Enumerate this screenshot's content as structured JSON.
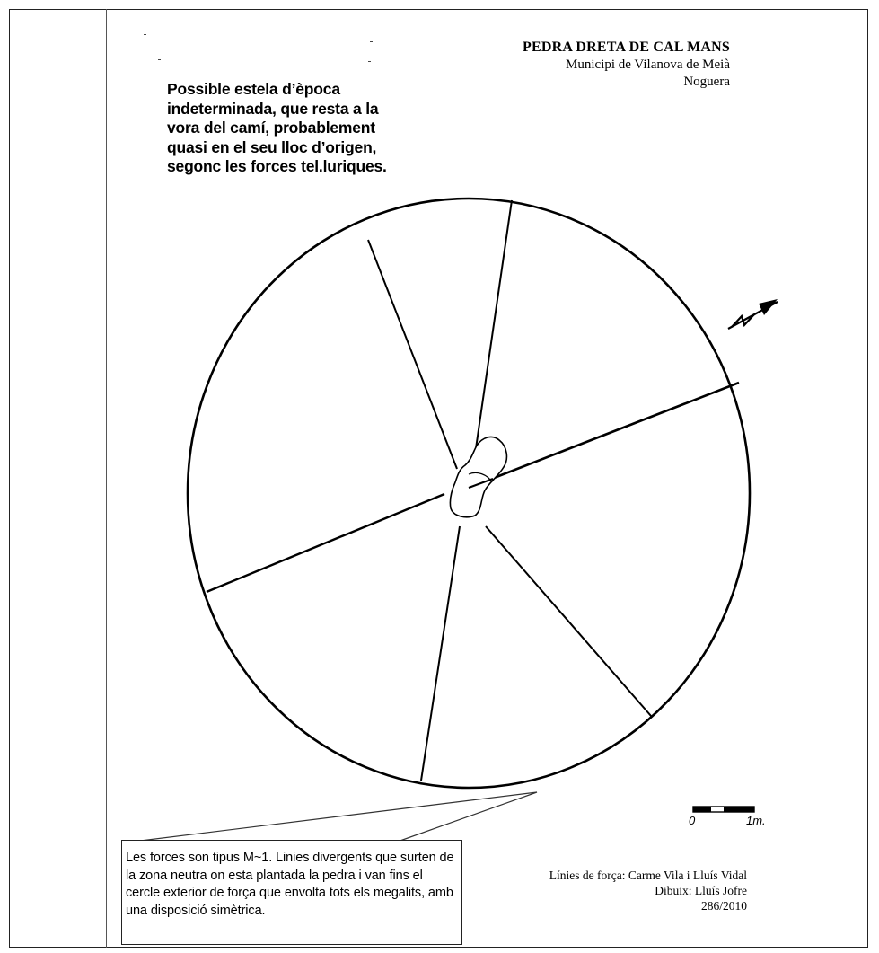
{
  "title": {
    "main": "PEDRA DRETA DE CAL MANS",
    "line2": "Municipi de Vilanova de Meià",
    "line3": "Noguera"
  },
  "description": "Possible estela d’època indeterminada, que resta a la vora del camí, probablement quasi en el seu lloc d’origen, segonc les forces tel.luriques.",
  "callout": "Les forces son tipus M~1. Linies divergents que surten de la zona neutra on esta plantada la pedra i van fins el cercle exterior de força que envolta tots els megalits, amb una disposició simètrica.",
  "credits": {
    "line1": "Línies de força: Carme Vila i Lluís Vidal",
    "line2": "Dibuix: Lluís Jofre",
    "line3": "286/2010"
  },
  "scale": {
    "start": "0",
    "end": "1m."
  }
}
